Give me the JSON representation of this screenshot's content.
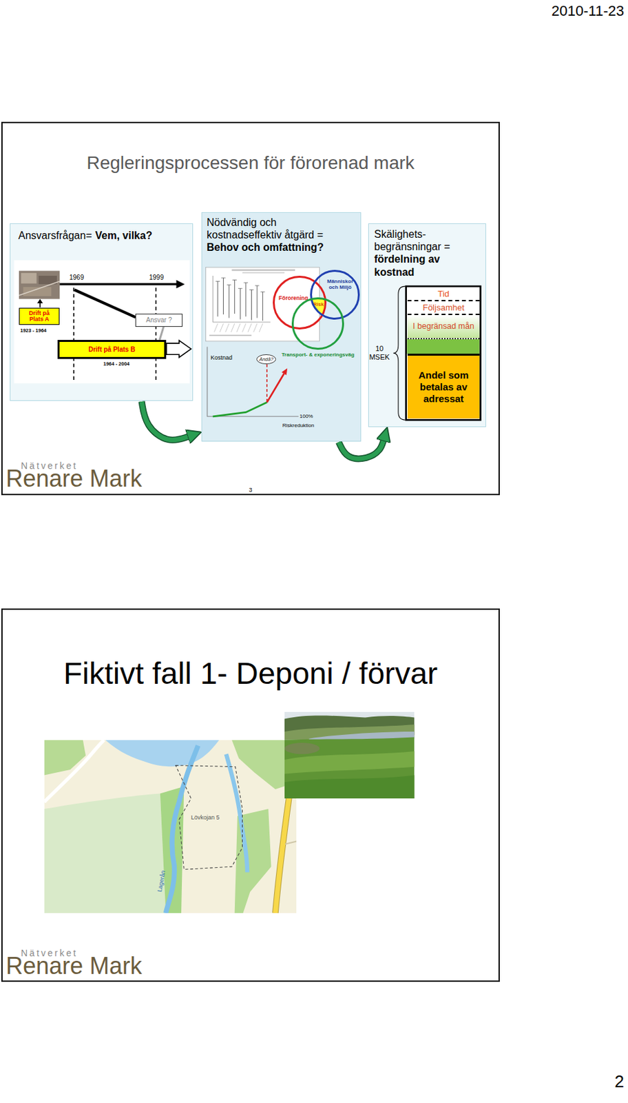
{
  "diagram": {
    "nodes": [
      {
        "text": [
          "Regleringsprocessen för förorenad mark"
        ]
      },
      {
        "text": [
          "Ansvarsfrågan=",
          "Vem, vilka?"
        ],
        "in": 0
      },
      {
        "text": [
          "Drift på Plats A"
        ],
        "in": 1
      },
      {
        "text": [
          "Ansvar ?"
        ],
        "in": 1
      },
      {
        "text": [
          "Drift på Plats B"
        ],
        "in": 1
      },
      {
        "text": [
          "Nödvändig och kostnadseffektiv åtgärd =",
          "Behov och omfattning?"
        ],
        "in": 0
      },
      {
        "text": [
          "Förorening"
        ],
        "in": 5
      },
      {
        "text": [
          "Människor och Miljö"
        ],
        "in": 5
      },
      {
        "text": [
          "Transport- & exponeringsväg"
        ],
        "in": 5
      },
      {
        "text": [
          "Risk"
        ],
        "in": 5
      },
      {
        "text": [
          "Ändå?"
        ],
        "in": 5
      },
      {
        "text": [
          "Skälighets- begränsningar =",
          "fördelning av kostnad"
        ],
        "in": 0
      },
      {
        "text": [
          "Tid"
        ],
        "in": 11
      },
      {
        "text": [
          "Följsamhet"
        ],
        "in": 11
      },
      {
        "text": [
          "I begränsad mån"
        ],
        "in": 11
      },
      {
        "text": [
          "Andel som betalas av adressat"
        ],
        "in": 11
      },
      {
        "text": [
          "Fiktivt fall 1- Deponi / förvar"
        ]
      }
    ],
    "edges": [
      {
        "from": 1,
        "to": 5,
        "arrow": "to"
      },
      {
        "from": 5,
        "to": 11,
        "arrow": "to"
      },
      {
        "from": 3,
        "to": 4,
        "arrow": "none"
      }
    ],
    "labels": [
      "2010-11-23",
      "1969",
      "1999",
      "1923 - 1964",
      "1964 - 2004",
      "Kostnad",
      "100%",
      "Riskreduktion",
      "10 MSEK",
      "Nätverket",
      "Renare Mark",
      "3",
      "Lövkojan 5",
      "Lagerån",
      "Nätverket",
      "Renare Mark",
      "2"
    ]
  }
}
